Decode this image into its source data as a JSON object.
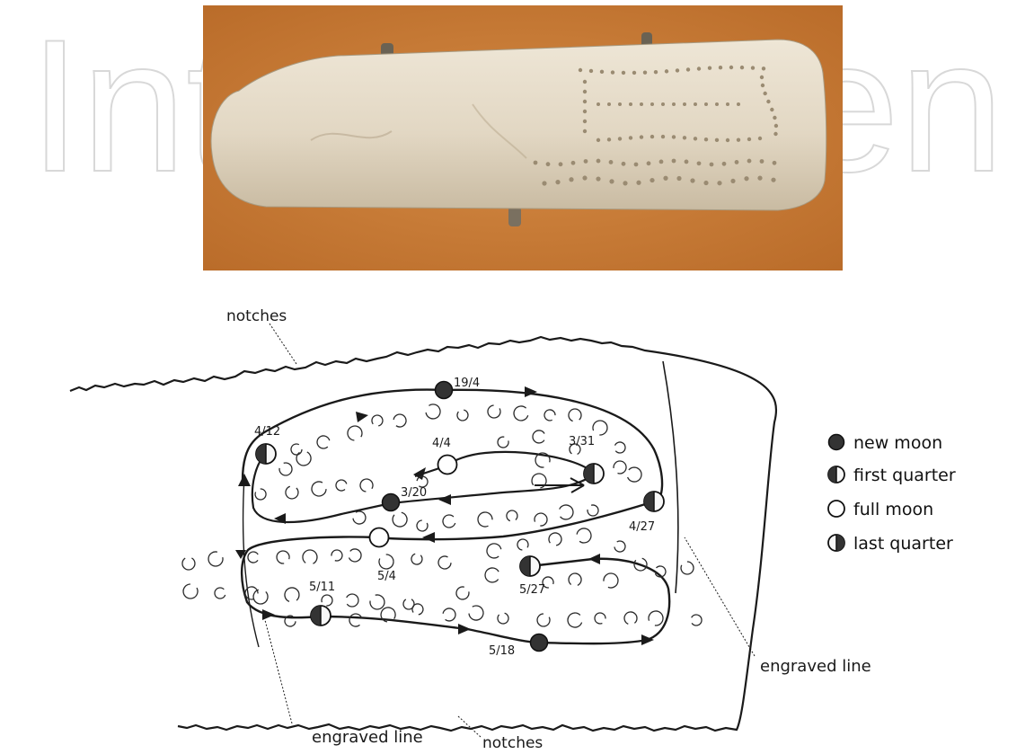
{
  "watermark": {
    "text": "IntechOpen"
  },
  "labels": {
    "notches_top": "notches",
    "notches_bottom": "notches",
    "engraved_line_right": "engraved line",
    "engraved_line_bottom": "engraved line"
  },
  "legend": [
    {
      "label": "new moon",
      "icon": "new-moon-icon"
    },
    {
      "label": "first quarter",
      "icon": "first-quarter-icon"
    },
    {
      "label": "full moon",
      "icon": "full-moon-icon"
    },
    {
      "label": "last quarter",
      "icon": "last-quarter-icon"
    }
  ],
  "moon_dates": {
    "d_19_4": "19/4",
    "d_4_12": "4/12",
    "d_4_4": "4/4",
    "d_3_31": "3/31",
    "d_3_20": "3/20",
    "d_4_27": "4/27",
    "d_5_4": "5/4",
    "d_5_11": "5/11",
    "d_5_27": "5/27",
    "d_5_18": "5/18"
  },
  "colors": {
    "photo_background": "#c9803a",
    "bone": "#e6dccb",
    "ink": "#1a1a1a",
    "new_moon": "#333333",
    "watermark": "#d8d8d8"
  }
}
